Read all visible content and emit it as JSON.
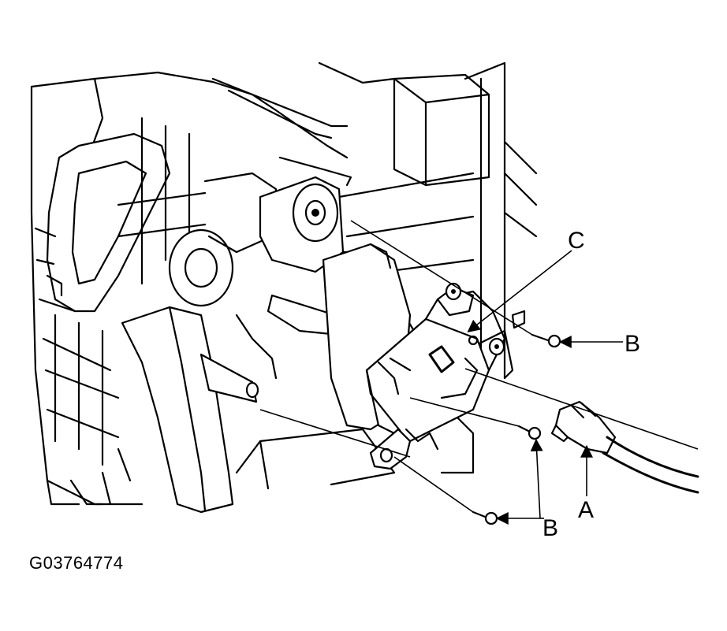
{
  "figure_id": "G03764774",
  "callouts": {
    "a": "A",
    "b_top": "B",
    "b_bottom": "B",
    "c": "C"
  }
}
